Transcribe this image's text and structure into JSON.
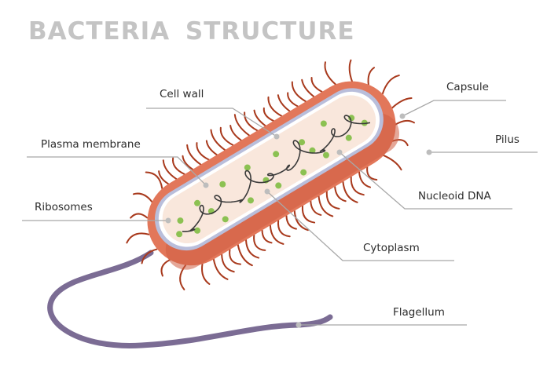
{
  "title": "BACTERIA  STRUCTURE",
  "labels": {
    "cell_wall": "Cell wall",
    "plasma_membrane": "Plasma membrane",
    "ribosomes": "Ribosomes",
    "capsule": "Capsule",
    "pilus": "Pilus",
    "nucleoid_dna": "Nucleoid DNA",
    "cytoplasm": "Cytoplasm",
    "flagellum": "Flagellum"
  },
  "colors": {
    "capsule": "#e2775a",
    "capsule_dark": "#c95a3e",
    "pili": "#a8391c",
    "cell_wall": "#b9bedb",
    "membrane": "#ffffff",
    "cytoplasm": "#f9e7dc",
    "dna": "#3b3b3b",
    "ribosome": "#8cc152",
    "flagellum": "#7b6c94",
    "leader": "#a8a8a8",
    "title": "#c4c4c4"
  }
}
